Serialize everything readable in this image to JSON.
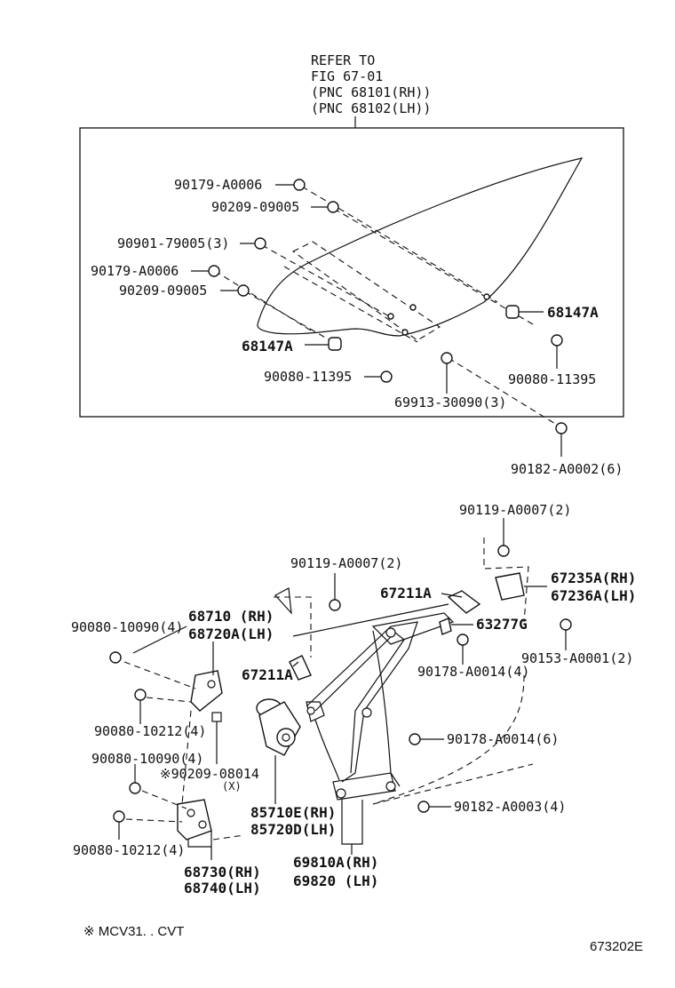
{
  "upper": {
    "refer_to": [
      "REFER TO",
      "FIG 67-01",
      "(PNC 68101(RH))",
      "(PNC 68102(LH))"
    ],
    "labels": [
      "90179-A0006",
      "90209-09005",
      "90901-79005(3)",
      "90179-A0006",
      "90209-09005",
      "68147A",
      "68147A",
      "90080-11395",
      "90080-11395",
      "69913-30090(3)",
      "90182-A0002(6)"
    ]
  },
  "lower": {
    "labels": [
      "90119-A0007(2)",
      "90119-A0007(2)",
      "67211A",
      "67235A(RH)",
      "67236A(LH)",
      "68710 (RH)",
      "68720A(LH)",
      "63277G",
      "90080-10090(4)",
      "90153-A0001(2)",
      "90178-A0014(4)",
      "67211A",
      "90080-10212(4)",
      "90178-A0014(6)",
      "90080-10090(4)",
      "※90209-08014",
      "(X)",
      "90182-A0003(4)",
      "85710E(RH)",
      "85720D(LH)",
      "90080-10212(4)",
      "69810A(RH)",
      "69820  (LH)",
      "68730(RH)",
      "68740(LH)"
    ]
  },
  "footnote": "※ MCV31. . CVT",
  "figure_id": "673202E"
}
